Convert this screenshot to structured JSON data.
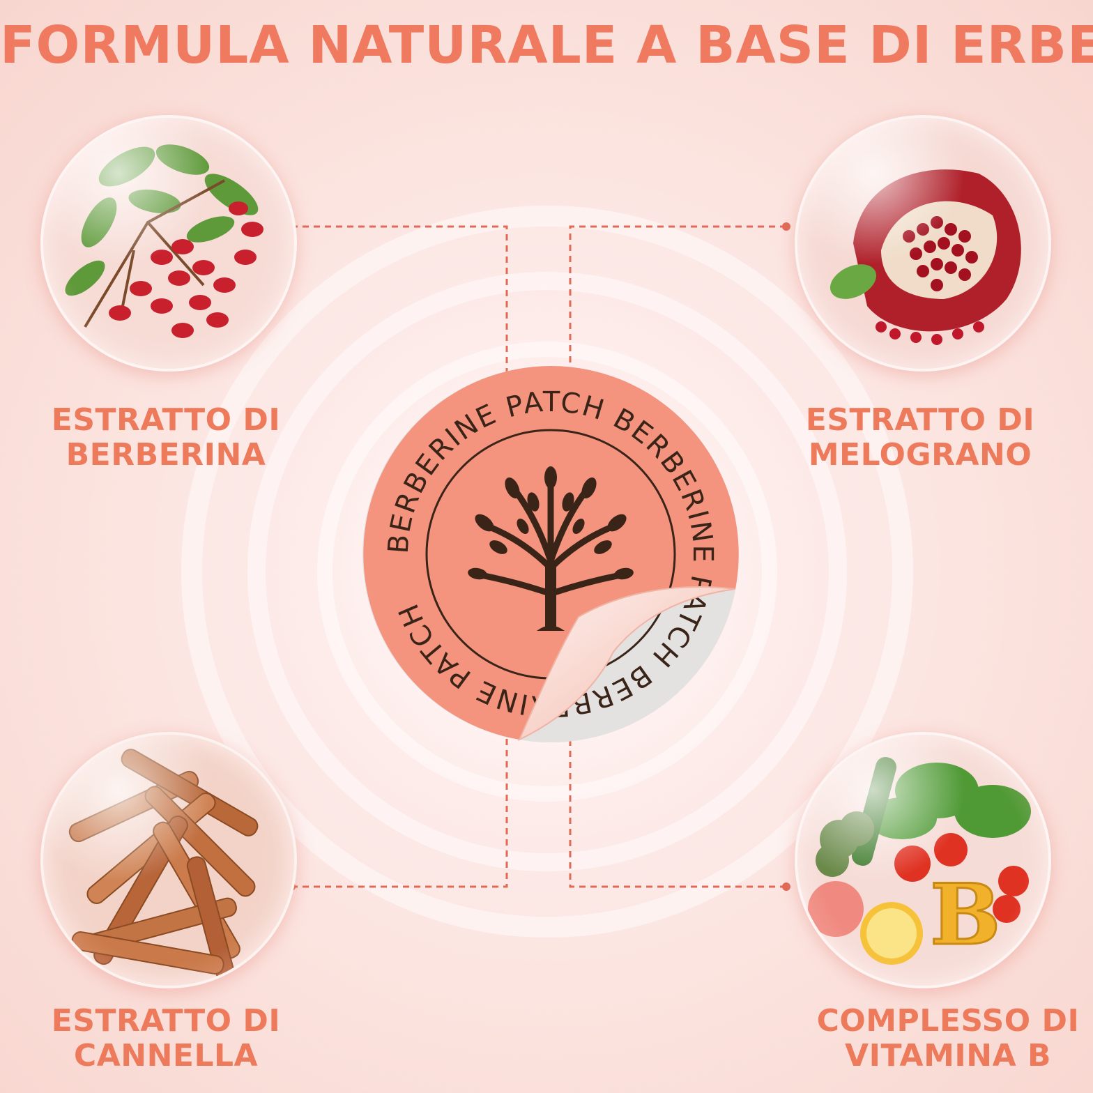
{
  "title": "FORMULA NATURALE A BASE DI ERBE",
  "colors": {
    "accent": "#ef7a5f",
    "patch": "#f4937e",
    "dash": "#e06a55",
    "tree": "#3a2418"
  },
  "patch": {
    "ring_text": "BERBERINE PATCH   BERBERINE PATCH   BERBERINE PATCH",
    "emblem_icon": "tree-icon"
  },
  "ingredients": [
    {
      "line1": "ESTRATTO DI",
      "line2": "BERBERINA",
      "icon": "barberry-icon"
    },
    {
      "line1": "ESTRATTO DI",
      "line2": "MELOGRANO",
      "icon": "pomegranate-icon"
    },
    {
      "line1": "ESTRATTO DI",
      "line2": "CANNELLA",
      "icon": "cinnamon-icon"
    },
    {
      "line1": "COMPLESSO DI",
      "line2": "VITAMINA B",
      "icon": "vitamin-b-icon"
    }
  ]
}
